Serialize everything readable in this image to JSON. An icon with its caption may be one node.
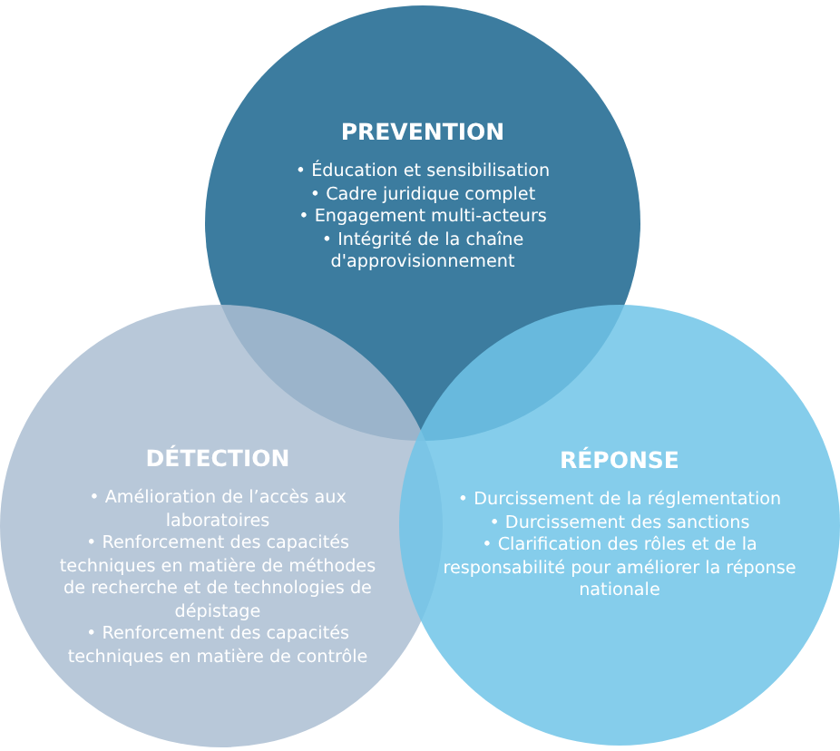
{
  "diagram": {
    "nodes": [
      {
        "text": [
          "PREVENTION",
          "• Éducation et sensibilisation",
          "• Cadre juridique complet",
          "• Engagement multi-acteurs",
          "• Intégrité de la chaîne d'approvisionnement"
        ]
      },
      {
        "text": [
          "DÉTECTION",
          "• Amélioration de l’accès aux laboratoires",
          "• Renforcement des capacités techniques en matière de méthodes de recherche et de technologies de dépistage",
          "• Renforcement des capacités techniques en matière de contrôle"
        ]
      },
      {
        "text": [
          "RÉPONSE",
          "• Durcissement de la réglementation",
          "• Durcissement des sanctions",
          "• Clarification des rôles et de la responsabilité pour améliorer la réponse nationale"
        ]
      }
    ]
  }
}
